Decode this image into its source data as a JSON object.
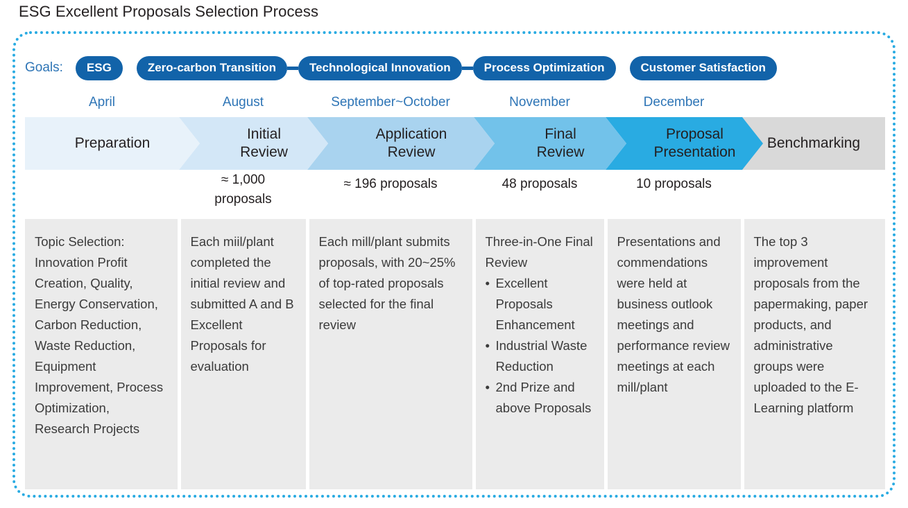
{
  "title": "ESG Excellent Proposals Selection Process",
  "colors": {
    "frame_dotted": "#29abe2",
    "pill_blue": "#1263a9",
    "month_label_blue": "#2e75b6",
    "detail_bg": "#ebebeb",
    "stage_1": "#e8f2fa",
    "stage_2": "#d3e7f7",
    "stage_3": "#a9d3ef",
    "stage_4": "#72c2ea",
    "stage_5": "#29abe2",
    "stage_6": "#d9d9d9"
  },
  "goals": {
    "label": "Goals:",
    "items": [
      {
        "label": "ESG",
        "connector_after": false
      },
      {
        "label": "Zero-carbon Transition",
        "connector_after": true
      },
      {
        "label": "Technological Innovation",
        "connector_after": true
      },
      {
        "label": "Process Optimization",
        "connector_after": false
      },
      {
        "label": "Customer Satisfaction",
        "connector_after": false
      }
    ]
  },
  "timeline": {
    "months": [
      "April",
      "August",
      "September~October",
      "November",
      "December",
      ""
    ],
    "stages": [
      "Preparation",
      "Initial\nReview",
      "Application\nReview",
      "Final\nReview",
      "Proposal\nPresentation",
      "Benchmarking"
    ],
    "counts": [
      "",
      "≈ 1,000\nproposals",
      "≈ 196 proposals",
      "48 proposals",
      "10 proposals",
      ""
    ]
  },
  "details": {
    "col1": {
      "text": "Topic Selection: Innovation Profit Creation, Quality, Energy Conservation, Carbon Reduction, Waste Reduction, Equipment Improvement, Process Optimization, Research Projects"
    },
    "col2": {
      "text": "Each miil/plant completed the initial review and submitted A and B Excellent Proposals for evaluation"
    },
    "col3": {
      "text": "Each mill/plant submits proposals, with 20~25% of top-rated proposals selected for the final review"
    },
    "col4": {
      "heading": "Three-in-One Final Review",
      "bullets": [
        "Excellent Proposals Enhancement",
        "Industrial Waste Reduction",
        "2nd Prize and above Proposals"
      ]
    },
    "col5": {
      "text": "Presentations and commendations were held at business outlook meetings and performance review meetings at each mill/plant"
    },
    "col6": {
      "text": "The top 3 improvement proposals from the papermaking, paper products, and administrative groups were uploaded to the E-Learning platform"
    }
  }
}
